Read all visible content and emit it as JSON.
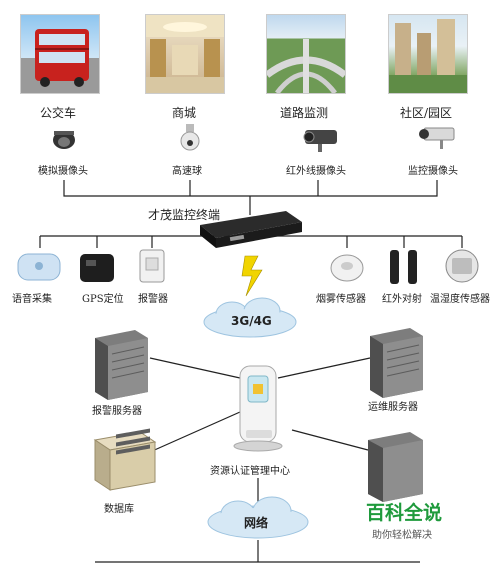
{
  "top_scenes": [
    {
      "label": "公交车",
      "camera": "模拟摄像头"
    },
    {
      "label": "商城",
      "camera": "高速球"
    },
    {
      "label": "道路监测",
      "camera": "红外线摄像头"
    },
    {
      "label": "社区/园区",
      "camera": "监控摄像头"
    }
  ],
  "terminal": {
    "label": "才茂监控终端"
  },
  "peripherals": [
    "语音采集",
    "GPS定位",
    "报警器",
    "烟雾传感器",
    "红外对射",
    "温湿度传感器"
  ],
  "cloud_top": {
    "label": "3G/4G"
  },
  "center": {
    "label": "资源认证管理中心"
  },
  "servers": {
    "alarm": "报警服务器",
    "ops": "运维服务器",
    "db": "数据库"
  },
  "cloud_bottom": {
    "label": "网络"
  },
  "watermark": {
    "title": "百科全说",
    "subtitle": "助你轻松解决"
  },
  "colors": {
    "line": "#222222",
    "cloud": "#d6e8f5",
    "bolt": "#f1d400",
    "watermark": "#1f9a3c"
  }
}
